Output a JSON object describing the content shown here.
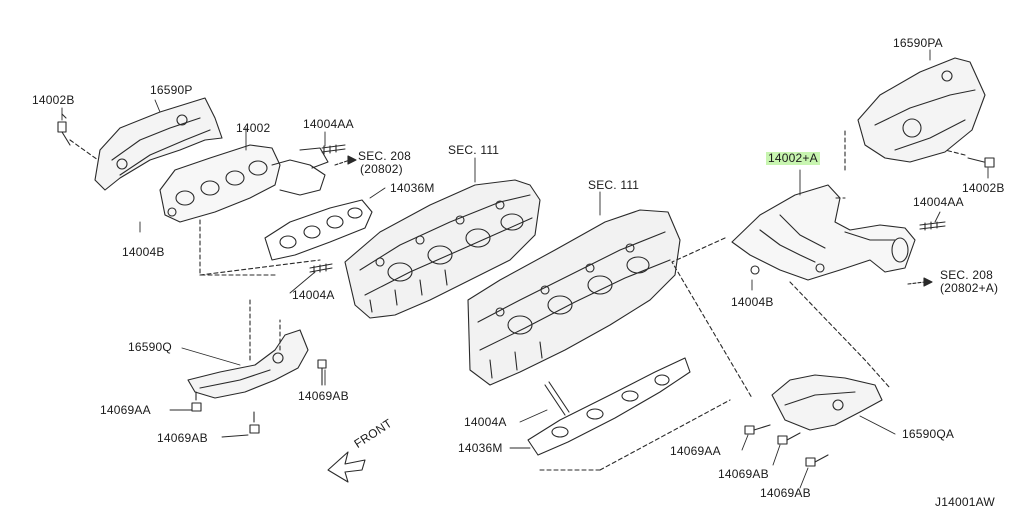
{
  "colors": {
    "line": "#2a2a2a",
    "highlight": "#c8f5b0",
    "background": "#ffffff"
  },
  "labels": {
    "p16590p": "16590P",
    "p14002b_left": "14002B",
    "p14002_left": "14002",
    "p14004aa_left": "14004AA",
    "sec208_left": "SEC. 208",
    "sec208_left_ref": "(20802)",
    "sec111_left": "SEC. 111",
    "p14036m_left": "14036M",
    "p14004b_left": "14004B",
    "p14004a_left": "14004A",
    "sec111_right": "SEC. 111",
    "p16590pa": "16590PA",
    "p14002a": "14002+A",
    "p14002b_right": "14002B",
    "p14004aa_right": "14004AA",
    "p14004b_right": "14004B",
    "sec208_right": "SEC. 208",
    "sec208_right_ref": "(20802+A)",
    "p16590q": "16590Q",
    "p14069ab_left1": "14069AB",
    "p14069aa_left": "14069AA",
    "p14069ab_left2": "14069AB",
    "p14004a_center": "14004A",
    "p14036m_center": "14036M",
    "front": "FRONT",
    "p14069aa_right": "14069AA",
    "p14069ab_right1": "14069AB",
    "p14069ab_right2": "14069AB",
    "p16590qa": "16590QA",
    "diagram_code": "J14001AW"
  }
}
